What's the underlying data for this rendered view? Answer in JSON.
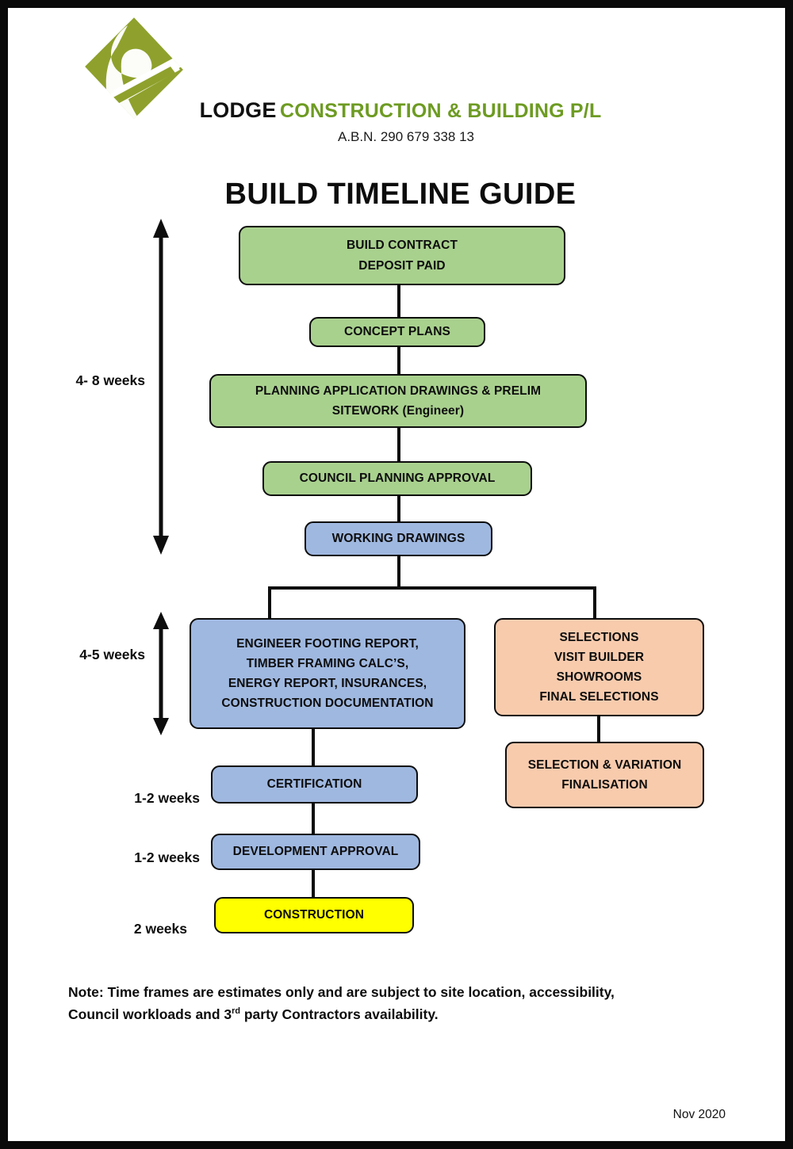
{
  "document": {
    "title": "BUILD TIMELINE GUIDE",
    "date": "Nov 2020"
  },
  "header": {
    "brand_primary": "LODGE",
    "brand_secondary": "CONSTRUCTION & BUILDING P/L",
    "abn": "A.B.N. 290 679 338 13",
    "logo_name": "lodge-diamond-logo"
  },
  "colors": {
    "green": "#a9d18e",
    "blue": "#9fb8e0",
    "peach": "#f8cbad",
    "yellow": "#ffff00",
    "brand_green": "#6d9b22",
    "outline": "#0d0d0d"
  },
  "flow": {
    "nodes": [
      {
        "id": "build-contract",
        "color": "green",
        "lines": [
          "BUILD CONTRACT",
          "DEPOSIT PAID"
        ]
      },
      {
        "id": "concept-plans",
        "color": "green",
        "lines": [
          "CONCEPT PLANS"
        ]
      },
      {
        "id": "planning-application",
        "color": "green",
        "lines": [
          "PLANNING APPLICATION DRAWINGS & PRELIM",
          "SITEWORK (Engineer)"
        ]
      },
      {
        "id": "council-approval",
        "color": "green",
        "lines": [
          "COUNCIL PLANNING APPROVAL"
        ]
      },
      {
        "id": "working-drawings",
        "color": "blue",
        "lines": [
          "WORKING DRAWINGS"
        ]
      },
      {
        "id": "engineer-docs",
        "color": "blue",
        "lines": [
          "ENGINEER FOOTING REPORT,",
          "TIMBER FRAMING CALC’S,",
          "ENERGY REPORT, INSURANCES,",
          "CONSTRUCTION DOCUMENTATION"
        ]
      },
      {
        "id": "selections",
        "color": "peach",
        "lines": [
          "SELECTIONS",
          "VISIT BUILDER",
          "SHOWROOMS",
          "FINAL SELECTIONS"
        ]
      },
      {
        "id": "selection-variation",
        "color": "peach",
        "lines": [
          "SELECTION & VARIATION",
          "FINALISATION"
        ]
      },
      {
        "id": "certification",
        "color": "blue",
        "lines": [
          "CERTIFICATION"
        ]
      },
      {
        "id": "development-approval",
        "color": "blue",
        "lines": [
          "DEVELOPMENT APPROVAL"
        ]
      },
      {
        "id": "construction",
        "color": "yellow",
        "lines": [
          "CONSTRUCTION"
        ]
      }
    ],
    "durations": [
      {
        "id": "phase-1",
        "label": "4- 8 weeks",
        "style": "double-arrow"
      },
      {
        "id": "phase-2",
        "label": "4-5 weeks",
        "style": "double-arrow"
      },
      {
        "id": "phase-3",
        "label": "1-2 weeks",
        "style": "text-only"
      },
      {
        "id": "phase-4",
        "label": "1-2 weeks",
        "style": "text-only"
      },
      {
        "id": "phase-5",
        "label": "2 weeks",
        "style": "text-only"
      }
    ]
  },
  "footer": {
    "note_line_1_a": "Note: Time frames are estimates only and are subject to site location, accessibility,",
    "note_line_2_a": "Council workloads and 3",
    "note_line_2_sup": "rd",
    "note_line_2_b": " party Contractors availability."
  }
}
